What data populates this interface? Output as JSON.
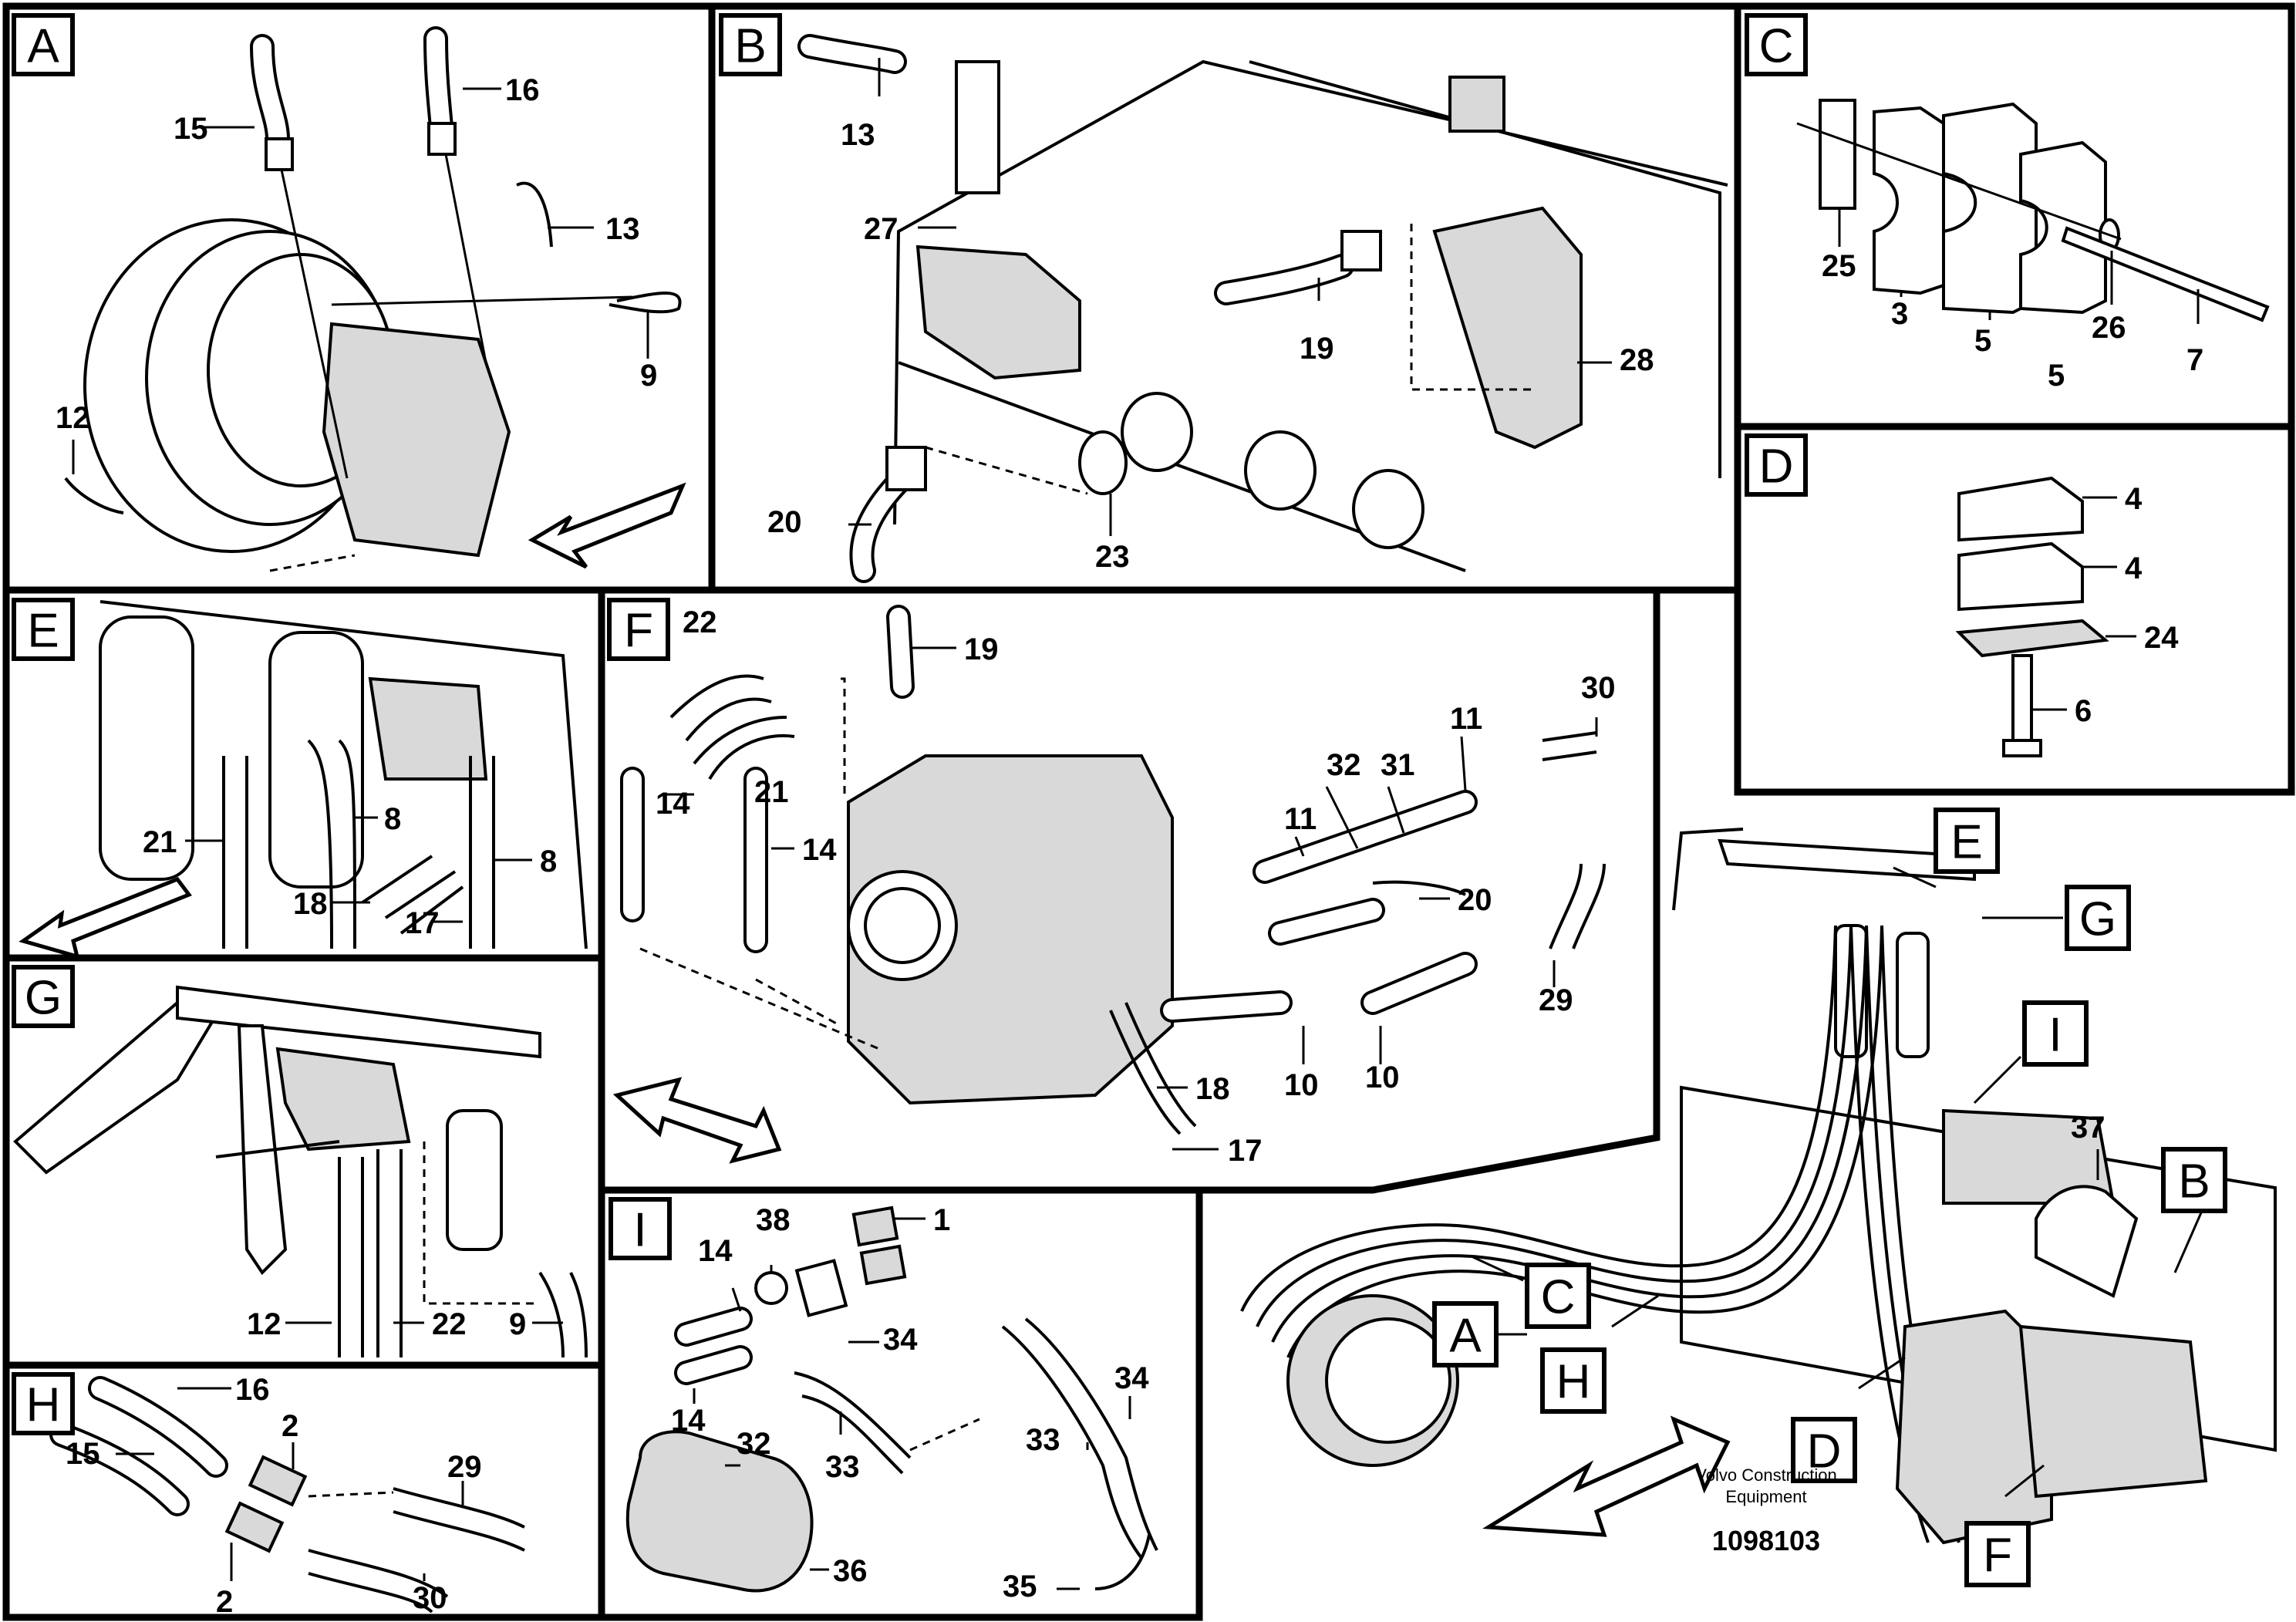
{
  "views": {
    "A": "A",
    "B": "B",
    "C": "C",
    "D": "D",
    "E": "E",
    "F": "F",
    "G": "G",
    "H": "H",
    "I": "I"
  },
  "callouts": {
    "A": [
      "15",
      "16",
      "13",
      "9",
      "12"
    ],
    "B": [
      "13",
      "27",
      "19",
      "28",
      "20",
      "23"
    ],
    "C": [
      "25",
      "3",
      "5",
      "5",
      "26",
      "7"
    ],
    "D": [
      "4",
      "4",
      "24",
      "6"
    ],
    "E": [
      "21",
      "8",
      "18",
      "17",
      "8"
    ],
    "F": [
      "22",
      "19",
      "21",
      "14",
      "14",
      "32",
      "31",
      "11",
      "11",
      "30",
      "20",
      "29",
      "10",
      "10",
      "18",
      "17"
    ],
    "G": [
      "12",
      "22",
      "9"
    ],
    "H": [
      "16",
      "15",
      "2",
      "2",
      "29",
      "30"
    ],
    "I": [
      "38",
      "1",
      "14",
      "34",
      "14",
      "33",
      "34",
      "33",
      "32",
      "36",
      "35"
    ],
    "overview": [
      "37"
    ]
  },
  "overview_labels": {
    "E": "E",
    "G": "G",
    "I": "I",
    "B": "B",
    "C": "C",
    "A": "A",
    "H": "H",
    "D": "D",
    "F": "F"
  },
  "footer": {
    "company": "Volvo Construction",
    "company2": "Equipment",
    "number": "1098103"
  }
}
